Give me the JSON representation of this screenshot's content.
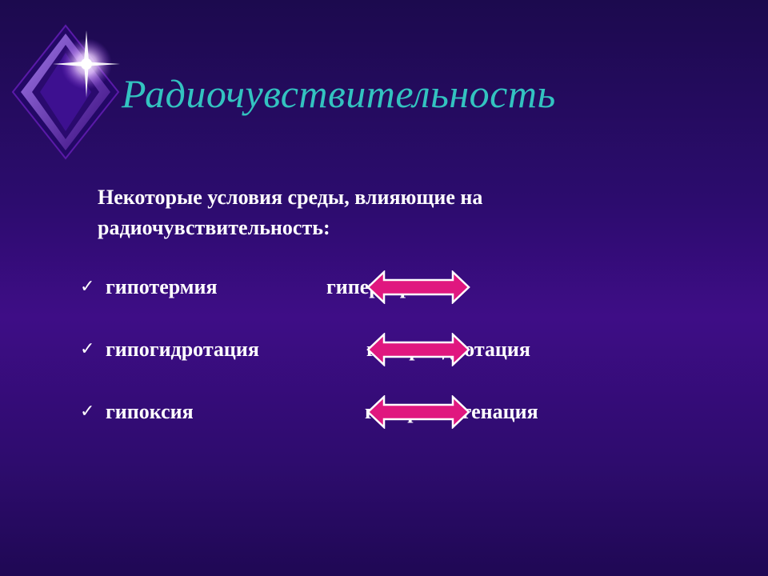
{
  "title": "Радиочувствительность",
  "intro": "Некоторые условия среды, влияющие на радиочувствительность:",
  "rows": [
    {
      "left": "гипотермия",
      "right": "гипертермия"
    },
    {
      "left": "гипогидротация",
      "right": "гипергидротация"
    },
    {
      "left": "гипоксия",
      "right": "гипероксигенация"
    }
  ],
  "check_icon": "✓",
  "colors": {
    "title": "#33c3c0",
    "text": "#ffffff",
    "arrow_fill": "#e0177f",
    "arrow_stroke": "#ffffff",
    "background": "#3e0d86"
  },
  "icons": [
    "diamond-star-logo-icon",
    "check-icon",
    "double-arrow-icon"
  ]
}
